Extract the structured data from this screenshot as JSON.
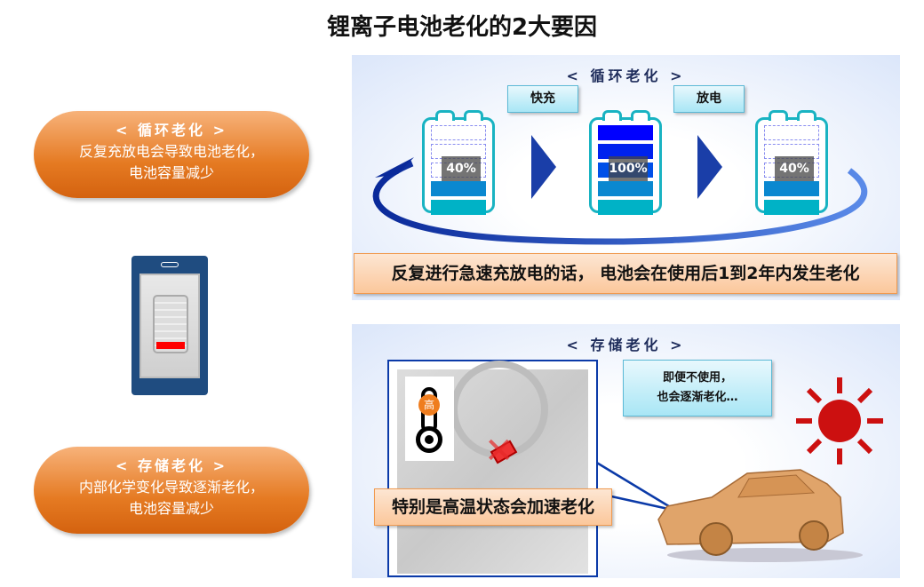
{
  "title": "锂离子电池老化的2大要因",
  "left": {
    "cycle": {
      "heading": "< 循环老化 >",
      "line1": "反复充放电会导致电池老化，",
      "line2": "电池容量减少"
    },
    "storage": {
      "heading": "< 存储老化 >",
      "line1": "内部化学变化导致逐渐老化，",
      "line2": "电池容量减少"
    }
  },
  "cycle_panel": {
    "title": "< 循环老化 >",
    "fast_charge": "快充",
    "discharge": "放电",
    "batteries": [
      {
        "label": "40%",
        "level": 0.4
      },
      {
        "label": "100%",
        "level": 1.0
      },
      {
        "label": "40%",
        "level": 0.4
      }
    ],
    "banner": "反复进行急速充放电的话， 电池会在使用后1到2年内发生老化"
  },
  "storage_panel": {
    "title": "< 存储老化 >",
    "note_line1": "即便不使用，",
    "note_line2": "也会逐渐老化…",
    "thermo_label": "高",
    "banner": "特别是高温状态会加速老化"
  },
  "colors": {
    "orange": "#e57a22",
    "teal": "#19b3c2",
    "blue": "#1a3ea8",
    "red": "#cc1010"
  }
}
